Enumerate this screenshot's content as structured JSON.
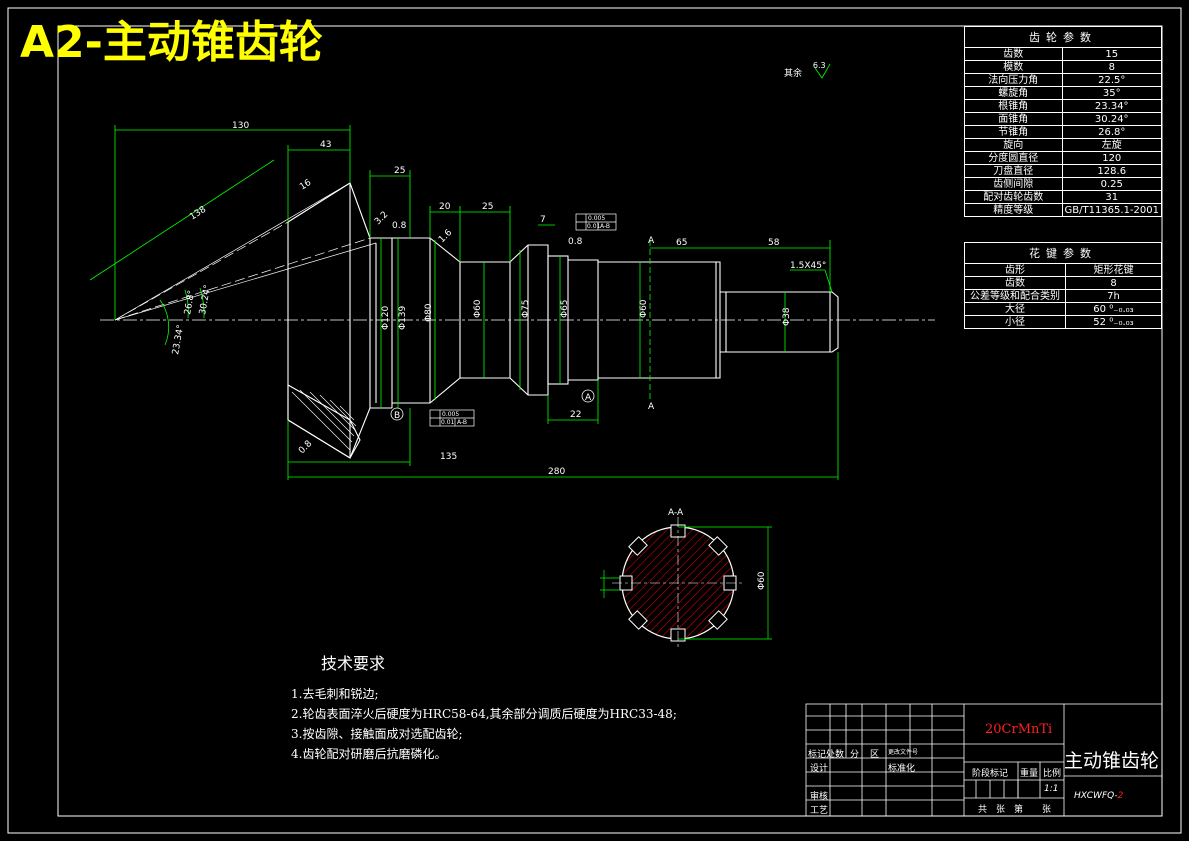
{
  "title": "A2-主动锥齿轮",
  "roughness": {
    "label": "其余",
    "value": "6.3"
  },
  "gear_params": {
    "header": "齿轮参数",
    "rows": [
      {
        "k": "齿数",
        "v": "15"
      },
      {
        "k": "模数",
        "v": "8"
      },
      {
        "k": "法向压力角",
        "v": "22.5°"
      },
      {
        "k": "螺旋角",
        "v": "35°"
      },
      {
        "k": "根锥角",
        "v": "23.34°"
      },
      {
        "k": "面锥角",
        "v": "30.24°"
      },
      {
        "k": "节锥角",
        "v": "26.8°"
      },
      {
        "k": "旋向",
        "v": "左旋"
      },
      {
        "k": "分度圆直径",
        "v": "120"
      },
      {
        "k": "刀盘直径",
        "v": "128.6"
      },
      {
        "k": "齿侧间隙",
        "v": "0.25"
      },
      {
        "k": "配对齿轮齿数",
        "v": "31"
      },
      {
        "k": "精度等级",
        "v": "GB/T11365.1-2001"
      }
    ]
  },
  "spline_params": {
    "header": "花键参数",
    "rows": [
      {
        "k": "齿形",
        "v": "矩形花键"
      },
      {
        "k": "齿数",
        "v": "8"
      },
      {
        "k": "公差等级和配合类别",
        "v": "7h"
      },
      {
        "k": "大径",
        "v": "60 ⁰₋₀.₀₃"
      },
      {
        "k": "小径",
        "v": "52 ⁰₋₀.₀₃"
      }
    ]
  },
  "tech_requirements": {
    "title": "技术要求",
    "items": [
      "1.去毛刺和锐边;",
      "2.轮齿表面淬火后硬度为HRC58-64,其余部分调质后硬度为HRC33-48;",
      "3.按齿隙、接触面成对选配齿轮;",
      "4.齿轮配对研磨后抗磨磷化。"
    ]
  },
  "title_block": {
    "material": "20CrMnTi",
    "part_name": "主动锥齿轮",
    "code": "HXCWFQ-",
    "code_suffix": "2",
    "scale": "1:1",
    "labels": {
      "revision": "标记处数",
      "zone": "分",
      "change_doc": "区",
      "change_no": "更改文件号",
      "design": "设计",
      "standardize": "标准化",
      "stage_mark": "阶段标记",
      "weight": "重量",
      "ratio": "比例",
      "review": "审核",
      "process": "工艺",
      "total": "共",
      "sheets": "张",
      "no": "第",
      "sheet": "张"
    }
  },
  "section_label": "A-A",
  "dimensions": {
    "d130": "130",
    "d43": "43",
    "d138": "138",
    "d16": "16",
    "d25a": "25",
    "d20": "20",
    "d25b": "25",
    "d7": "7",
    "d65": "65",
    "d58": "58",
    "d135": "135",
    "d280": "280",
    "d22": "22",
    "chamfer": "1.5X45°",
    "phi120": "Φ120",
    "phi139": "Φ139",
    "phi80": "Φ80",
    "phi60": "Φ60",
    "phi75": "Φ75",
    "phi65": "Φ65",
    "phi60b": "Φ60",
    "phi38": "Φ38",
    "phi60s": "Φ60",
    "a2024": "30.24°",
    "a268": "26.8°",
    "a2334": "23.34°",
    "r08": "0.8",
    "r32": "3.2",
    "r16": "1.6",
    "r08b": "0.8",
    "r08c": "0.8",
    "tol1a": "0.005",
    "tol1b": "0.01",
    "tol1c": "A-B",
    "tol2a": "0.005",
    "tol2b": "0.01",
    "tol2c": "A-B",
    "label_a": "A",
    "label_b": "B",
    "label_a1": "A",
    "label_a2": "A",
    "label_7": "7",
    "label_22": "22"
  },
  "colors": {
    "line": "#ffffff",
    "dim": "#00ff00",
    "hatch": "#ff0000",
    "title": "#ffff00"
  }
}
